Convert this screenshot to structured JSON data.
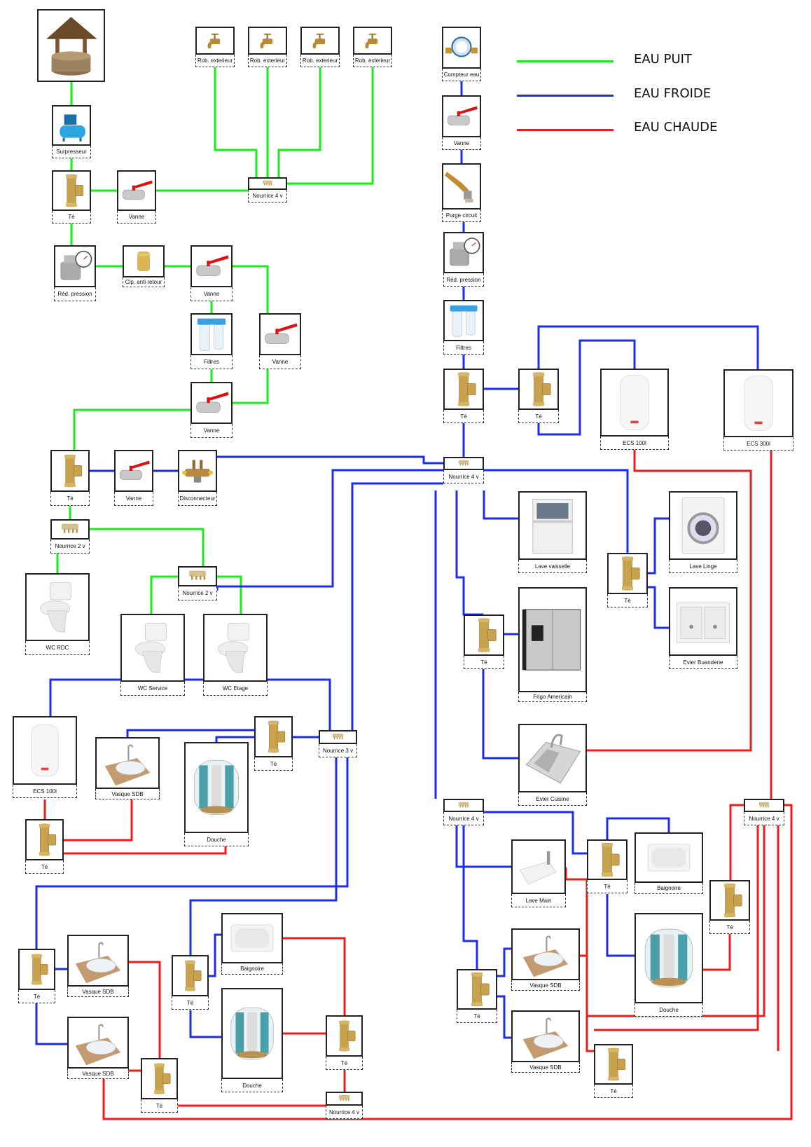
{
  "legend": [
    {
      "label": "EAU PUIT",
      "color": "#1aee1a"
    },
    {
      "label": "EAU FROIDE",
      "color": "#1c2cf0"
    },
    {
      "label": "EAU CHAUDE",
      "color": "#f01c1c"
    }
  ],
  "colors": {
    "puit": "#1aee1a",
    "froide": "#1c2cf0",
    "chaude": "#f01c1c"
  },
  "nodes": {
    "puit": {
      "label": "",
      "icon": "well-icon"
    },
    "surpresseur": {
      "label": "Surpresseur",
      "icon": "pump-icon"
    },
    "te_puit": {
      "label": "Té",
      "icon": "tee-icon"
    },
    "vanne_ext": {
      "label": "Vanne",
      "icon": "valve-icon"
    },
    "nourrice_ext": {
      "label": "Nourrice 4 v",
      "icon": "manifold-icon"
    },
    "rob1": {
      "label": "Rob. exterieur",
      "icon": "tap-icon"
    },
    "rob2": {
      "label": "Rob. exterieur",
      "icon": "tap-icon"
    },
    "rob3": {
      "label": "Rob. exterieur",
      "icon": "tap-icon"
    },
    "rob4": {
      "label": "Rob. exterieur",
      "icon": "tap-icon"
    },
    "red_puit": {
      "label": "Réd. pression",
      "icon": "pressure-reducer-icon"
    },
    "clapet": {
      "label": "Clp. anti retour",
      "icon": "check-valve-icon"
    },
    "vanne_f1": {
      "label": "Vanne",
      "icon": "valve-icon"
    },
    "filtres_puit": {
      "label": "Filtres",
      "icon": "filter-icon"
    },
    "vanne_bypass": {
      "label": "Vanne",
      "icon": "valve-icon"
    },
    "vanne_f2": {
      "label": "Vanne",
      "icon": "valve-icon"
    },
    "te_wc": {
      "label": "Té",
      "icon": "tee-icon"
    },
    "vanne_disc": {
      "label": "Vanne",
      "icon": "valve-icon"
    },
    "disconnecteur": {
      "label": "Disconnecteur",
      "icon": "disconnector-icon"
    },
    "nourrice2_a": {
      "label": "Nourrice 2 v",
      "icon": "manifold-icon"
    },
    "nourrice2_b": {
      "label": "Nourrice 2 v",
      "icon": "manifold-icon"
    },
    "wc_rdc": {
      "label": "WC RDC",
      "icon": "toilet-icon"
    },
    "wc_service": {
      "label": "WC Service",
      "icon": "toilet-icon"
    },
    "wc_etage": {
      "label": "WC Etage",
      "icon": "toilet-icon"
    },
    "compteur": {
      "label": "Compteur eau",
      "icon": "water-meter-icon"
    },
    "vanne_main": {
      "label": "Vanne",
      "icon": "valve-icon"
    },
    "purge": {
      "label": "Purge circuit",
      "icon": "purge-icon"
    },
    "red_main": {
      "label": "Réd. pression",
      "icon": "pressure-reducer-icon"
    },
    "filtres_main": {
      "label": "Filtres",
      "icon": "filter-icon"
    },
    "te_main1": {
      "label": "Té",
      "icon": "tee-icon"
    },
    "te_main2": {
      "label": "Té",
      "icon": "tee-icon"
    },
    "ecs100_top": {
      "label": "ECS 100l",
      "icon": "water-heater-icon"
    },
    "ecs300": {
      "label": "ECS 300l",
      "icon": "water-heater-icon"
    },
    "nourrice4_main": {
      "label": "Nourrice 4 v",
      "icon": "manifold-icon"
    },
    "lave_vaisselle": {
      "label": "Lave vaisselle",
      "icon": "dishwasher-icon"
    },
    "te_buand": {
      "label": "Té",
      "icon": "tee-icon"
    },
    "lave_linge": {
      "label": "Lave Linge",
      "icon": "washing-machine-icon"
    },
    "evier_buand": {
      "label": "Evier Buanderie",
      "icon": "double-sink-icon"
    },
    "te_frigo": {
      "label": "Té",
      "icon": "tee-icon"
    },
    "frigo": {
      "label": "Frigo Americain",
      "icon": "fridge-icon"
    },
    "evier_cuisine": {
      "label": "Evier Cuisine",
      "icon": "kitchen-sink-icon"
    },
    "ecs100_left": {
      "label": "ECS 100l",
      "icon": "water-heater-icon"
    },
    "vasque_l1": {
      "label": "Vasque SDB",
      "icon": "basin-icon"
    },
    "douche_l1": {
      "label": "Douche",
      "icon": "shower-icon"
    },
    "te_l1": {
      "label": "Té",
      "icon": "tee-icon"
    },
    "nourrice3": {
      "label": "Nourrice 3 v",
      "icon": "manifold-icon"
    },
    "te_l_hot": {
      "label": "Té",
      "icon": "tee-icon"
    },
    "te_b1": {
      "label": "Té",
      "icon": "tee-icon"
    },
    "vasque_b1": {
      "label": "Vasque SDB",
      "icon": "basin-icon"
    },
    "vasque_b2": {
      "label": "Vasque SDB",
      "icon": "basin-icon"
    },
    "te_b1_hot": {
      "label": "Té",
      "icon": "tee-icon"
    },
    "te_b2": {
      "label": "Té",
      "icon": "tee-icon"
    },
    "baignoire_b2": {
      "label": "Baignoire",
      "icon": "bathtub-icon"
    },
    "douche_b2": {
      "label": "Douche",
      "icon": "shower-icon"
    },
    "te_b2_hot": {
      "label": "Té",
      "icon": "tee-icon"
    },
    "nourrice4_hot_bl": {
      "label": "Nourrice 4 v",
      "icon": "manifold-icon"
    },
    "nourrice4_br": {
      "label": "Nourrice 4 v",
      "icon": "manifold-icon"
    },
    "lave_main": {
      "label": "Lave Main",
      "icon": "hand-basin-icon"
    },
    "te_br1": {
      "label": "Té",
      "icon": "tee-icon"
    },
    "baignoire_br": {
      "label": "Baignoire",
      "icon": "bathtub-icon"
    },
    "douche_br": {
      "label": "Douche",
      "icon": "shower-icon"
    },
    "nourrice4_hot_br": {
      "label": "Nourrice 4 v",
      "icon": "manifold-icon"
    },
    "te_br_hot1": {
      "label": "Té",
      "icon": "tee-icon"
    },
    "te_br2": {
      "label": "Té",
      "icon": "tee-icon"
    },
    "vasque_br1": {
      "label": "Vasque SDB",
      "icon": "basin-icon"
    },
    "vasque_br2": {
      "label": "Vasque SDB",
      "icon": "basin-icon"
    },
    "te_br_hot2": {
      "label": "Té",
      "icon": "tee-icon"
    }
  }
}
